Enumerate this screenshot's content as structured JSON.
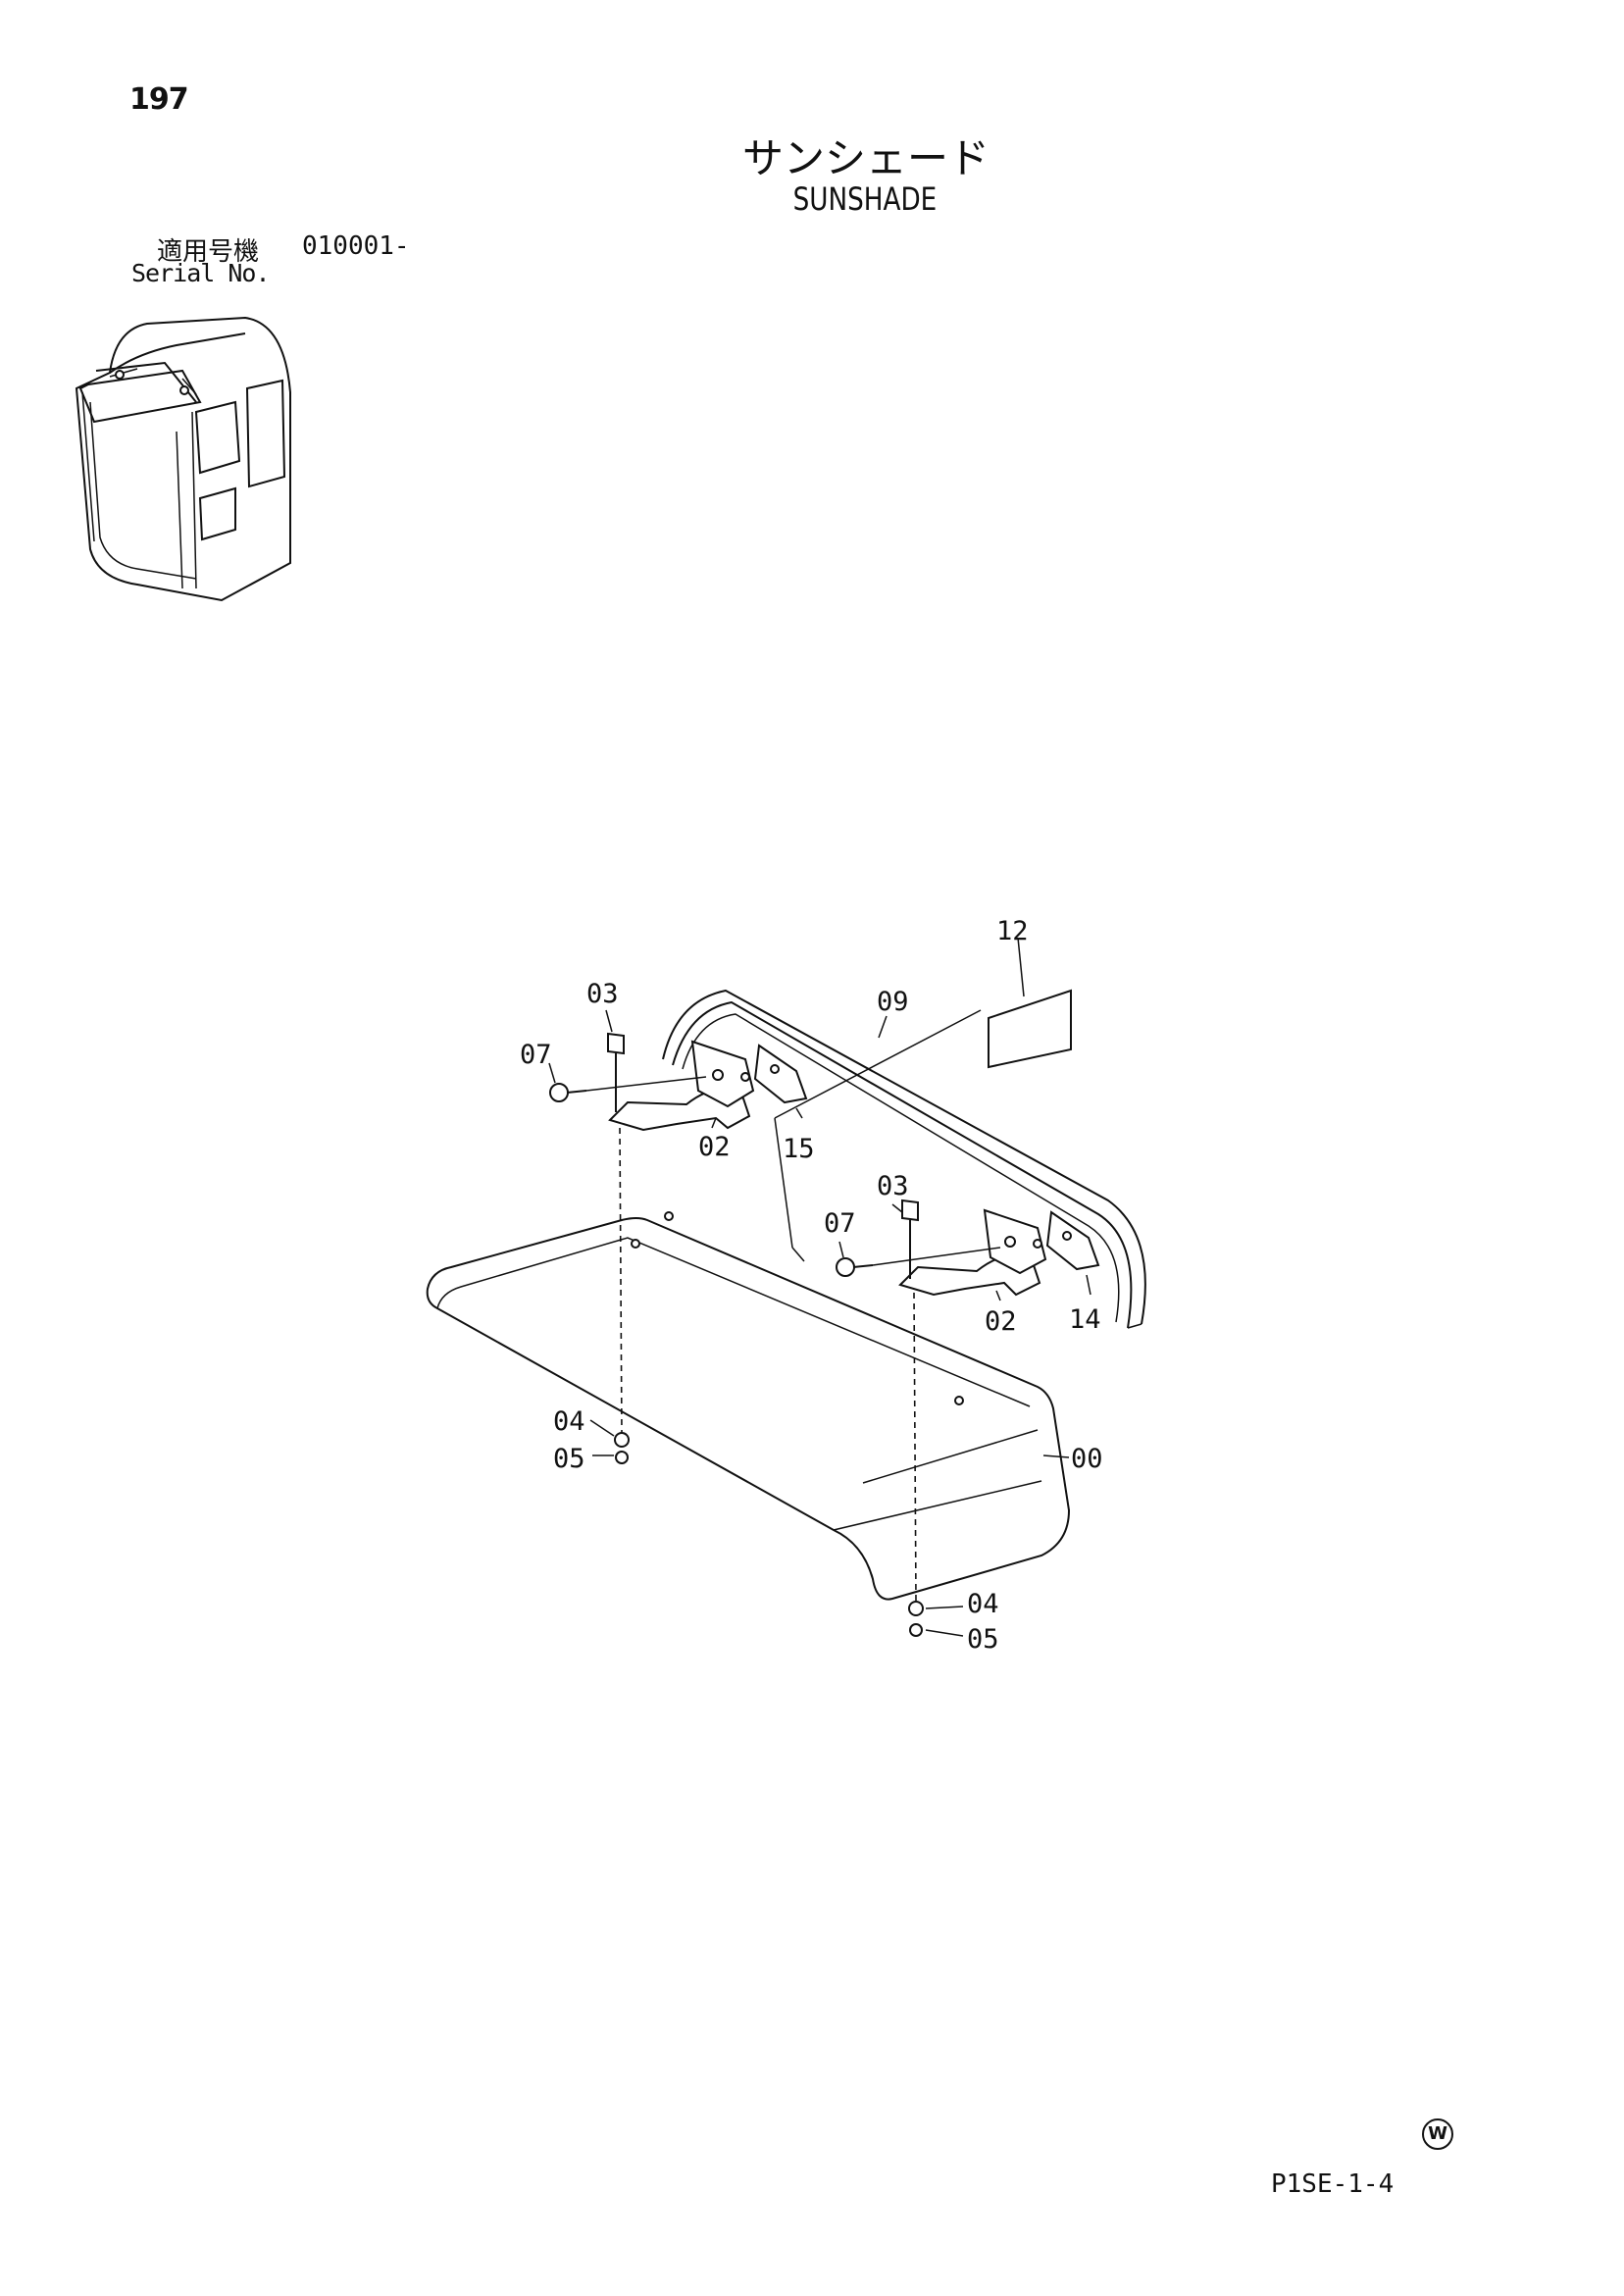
{
  "page": {
    "number": "197"
  },
  "title": {
    "jp": "サンシェード",
    "en": "SUNSHADE"
  },
  "serial": {
    "label_jp": "適用号機",
    "value": "010001-",
    "label_en": "Serial No."
  },
  "callouts": {
    "c12": "12",
    "c09": "09",
    "c03a": "03",
    "c07a": "07",
    "c02a": "02",
    "c15": "15",
    "c03b": "03",
    "c07b": "07",
    "c02b": "02",
    "c14": "14",
    "c04a": "04",
    "c05a": "05",
    "c00": "00",
    "c04b": "04",
    "c05b": "05"
  },
  "footer": {
    "code": "P1SE-1-4",
    "mark": "W"
  }
}
